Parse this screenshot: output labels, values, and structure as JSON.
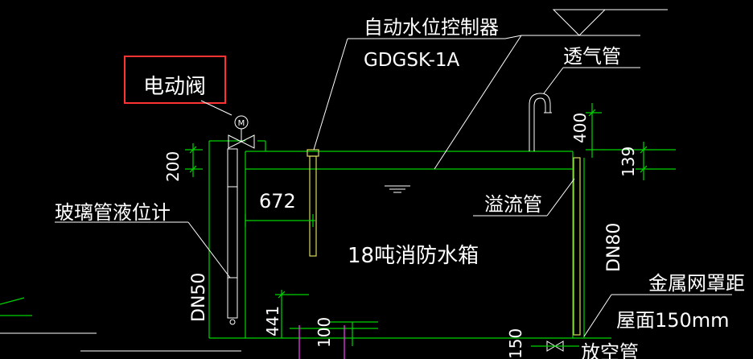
{
  "labels": {
    "controller_title": "自动水位控制器",
    "controller_model": "GDGSK-1A",
    "electric_valve": "电动阀",
    "vent_pipe": "透气管",
    "glass_gauge": "玻璃管液位计",
    "overflow_pipe": "溢流管",
    "tank_name": "18吨消防水箱",
    "mesh_cover": "金属网罩距",
    "roof_distance": "屋面150mm",
    "drain_pipe": "放空管",
    "valve_symbol": "M"
  },
  "dimensions": {
    "d200": "200",
    "d672": "672",
    "d400": "400",
    "d139": "139",
    "dn80": "DN80",
    "dn50": "DN50",
    "d441": "441",
    "d100": "100",
    "d150": "150"
  },
  "colors": {
    "background": "#000000",
    "pipe_green": "#00d400",
    "text_white": "#ffffff",
    "probe_yellow": "#d8d860",
    "highlight_red": "#ff3333",
    "magenta": "#ff40ff"
  }
}
